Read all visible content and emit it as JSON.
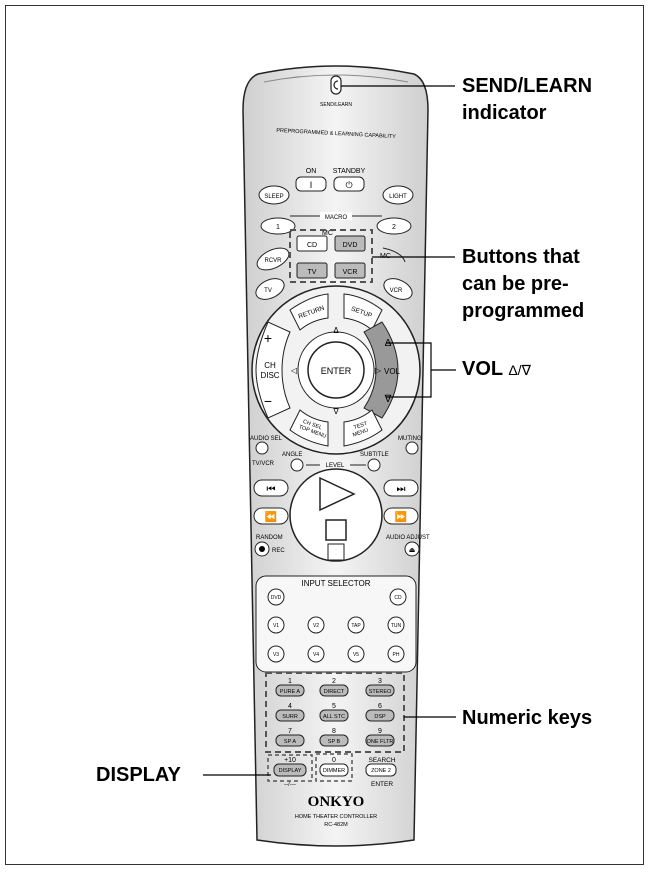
{
  "remote": {
    "top_label": "SEND/LEARN",
    "capability_text": "PREPROGRAMMED & LEARNING CAPABILITY",
    "on_label": "ON",
    "standby_label": "STANDBY",
    "on_glyph": "I",
    "standby_glyph": "⏻",
    "sleep": "SLEEP",
    "light": "LIGHT",
    "macro": "MACRO",
    "macro_1": "1",
    "macro_2": "2",
    "mode_label_left": "MC",
    "mode_label_right": "MC",
    "rcvr": "RCVR",
    "cd": "CD",
    "dvd": "DVD",
    "tv": "TV",
    "vcr": "VCR",
    "tv_left": "TV",
    "vcr_right": "VCR",
    "return": "RETURN",
    "setup": "SETUP",
    "ch_disc": [
      "CH",
      "DISC"
    ],
    "enter": "ENTER",
    "vol": "VOL",
    "vol_up": "Δ",
    "vol_down": "∇",
    "ch_sel": [
      "CH SEL",
      "TOP MENU"
    ],
    "test": [
      "TEST",
      "MENU"
    ],
    "audio_sel": "AUDIO SEL",
    "tv_vcr": "TV/VCR",
    "muting": "MUTING",
    "angle": "ANGLE",
    "subtitle": "SUBTITLE",
    "level": "LEVEL",
    "random": "RANDOM",
    "rec": "REC",
    "audio_adjust": "AUDIO ADJUST",
    "input_selector": "INPUT SELECTOR",
    "inputs": [
      "DVD",
      "CD",
      "V1",
      "V2",
      "TAP",
      "TUN",
      "V3",
      "V4",
      "V5",
      "PH"
    ],
    "num_digits": [
      "1",
      "2",
      "3",
      "4",
      "5",
      "6",
      "7",
      "8",
      "9"
    ],
    "num_labels": [
      "PURE A",
      "DIRECT",
      "STEREO",
      "SURR",
      "ALL STC",
      "DSP",
      "SP A",
      "SP B",
      "ONE FLTR"
    ],
    "plus10": "+10",
    "display_btn": "DISPLAY",
    "dash_label": "--/---",
    "zero": "0",
    "dimmer": "DIMMER",
    "search": "SEARCH",
    "zone2": "ZONE 2",
    "enter_bottom": "ENTER",
    "brand": "ONKYO",
    "model_line1": "HOME THEATER CONTROLLER",
    "model_line2": "RC-482M"
  },
  "callouts": {
    "send_learn": [
      "SEND/LEARN",
      "indicator"
    ],
    "preprogrammed": [
      "Buttons that",
      "can be pre-",
      "programmed"
    ],
    "vol_label": "VOL",
    "vol_symbols": "Δ/∇",
    "numeric": "Numeric keys",
    "display": "DISPLAY"
  }
}
